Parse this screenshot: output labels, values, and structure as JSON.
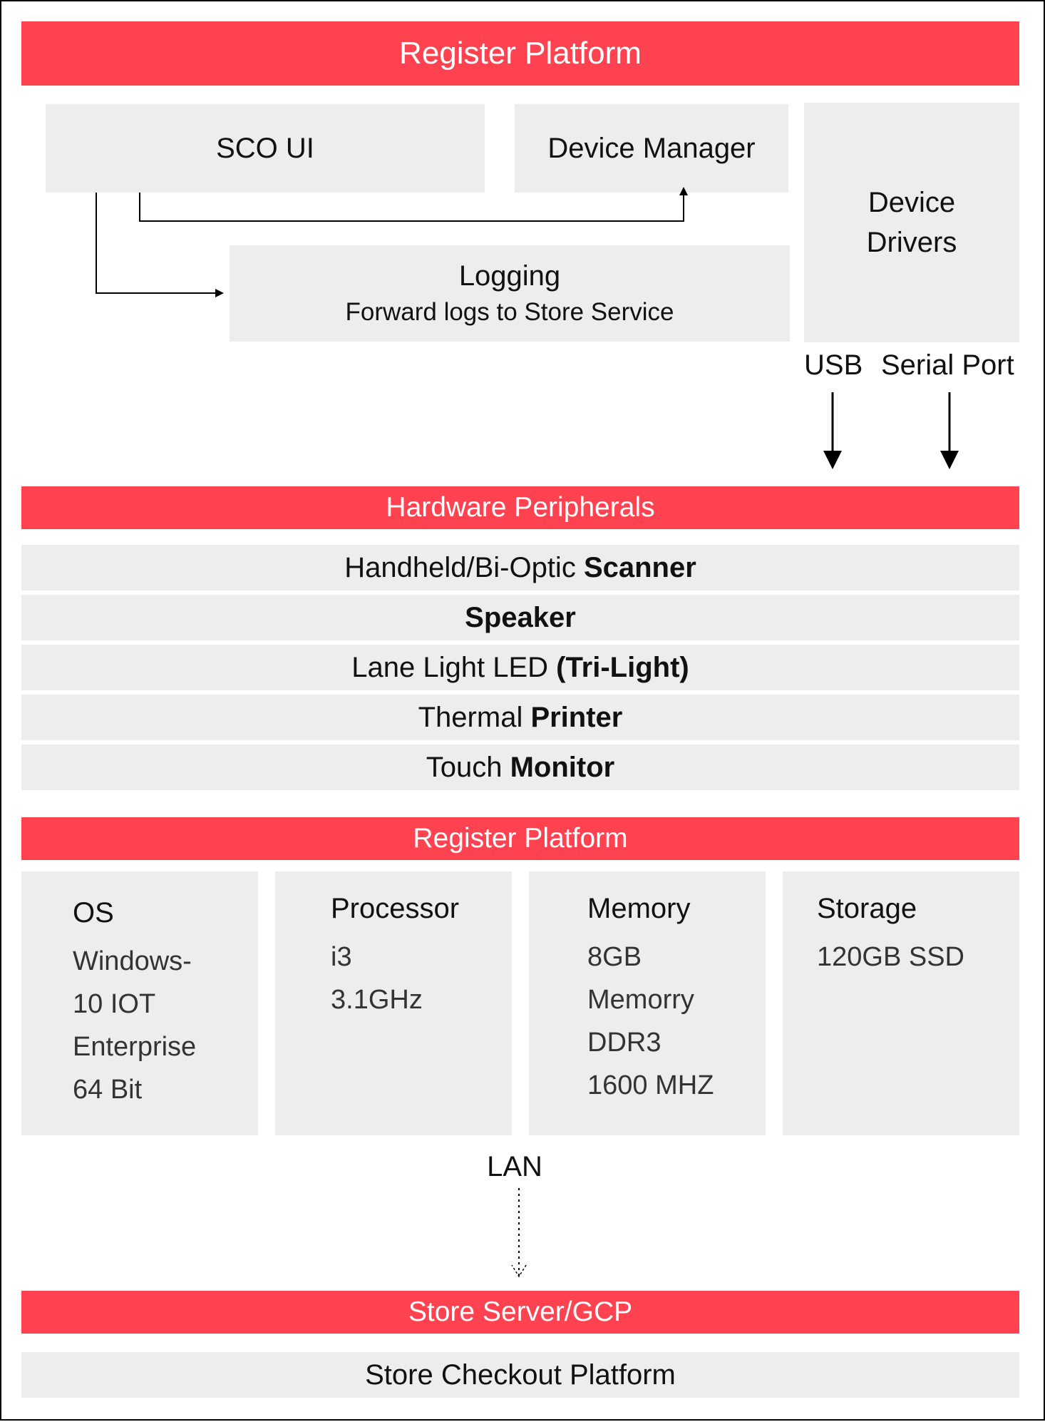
{
  "colors": {
    "accent": "#ff4250",
    "box": "#ededed",
    "line": "#000000"
  },
  "top_bar": {
    "title": "Register Platform"
  },
  "software": {
    "sco_ui": "SCO UI",
    "device_manager": "Device Manager",
    "device_drivers": [
      "Device",
      "Drivers"
    ],
    "logging": {
      "title": "Logging",
      "subtitle": "Forward logs to Store Service"
    }
  },
  "connections": {
    "usb": "USB",
    "serial": "Serial Port"
  },
  "hardware": {
    "title": "Hardware Peripherals",
    "rows": [
      {
        "normal": "Handheld/Bi-Optic ",
        "bold": "Scanner"
      },
      {
        "normal": "",
        "bold": "Speaker"
      },
      {
        "normal": "Lane Light LED ",
        "bold": "(Tri-Light)"
      },
      {
        "normal": "Thermal ",
        "bold": "Printer"
      },
      {
        "normal": "Touch ",
        "bold": "Monitor"
      }
    ]
  },
  "platform": {
    "title": "Register Platform",
    "specs": [
      {
        "title": "OS",
        "lines": [
          "Windows-",
          "10 IOT",
          "Enterprise",
          "64 Bit"
        ]
      },
      {
        "title": "Processor",
        "lines": [
          "i3",
          "3.1GHz"
        ]
      },
      {
        "title": "Memory",
        "lines": [
          "8GB",
          "Memorry",
          "DDR3",
          "1600 MHZ"
        ]
      },
      {
        "title": "Storage",
        "lines": [
          "120GB SSD"
        ]
      }
    ]
  },
  "network": {
    "label": "LAN"
  },
  "server": {
    "title": "Store Server/GCP",
    "platform": "Store Checkout Platform"
  }
}
